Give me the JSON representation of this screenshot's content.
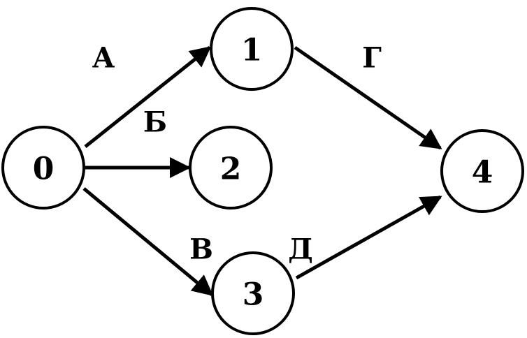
{
  "diagram": {
    "nodes": [
      {
        "id": "0",
        "label": "0"
      },
      {
        "id": "1",
        "label": "1"
      },
      {
        "id": "2",
        "label": "2"
      },
      {
        "id": "3",
        "label": "3"
      },
      {
        "id": "4",
        "label": "4"
      }
    ],
    "edges": [
      {
        "from": "0",
        "to": "1",
        "label": "А"
      },
      {
        "from": "0",
        "to": "2",
        "label": "Б"
      },
      {
        "from": "0",
        "to": "3",
        "label": "В"
      },
      {
        "from": "1",
        "to": "4",
        "label": "Г"
      },
      {
        "from": "3",
        "to": "4",
        "label": "Д"
      }
    ],
    "colors": {
      "stroke": "#000000",
      "background": "#ffffff"
    }
  }
}
